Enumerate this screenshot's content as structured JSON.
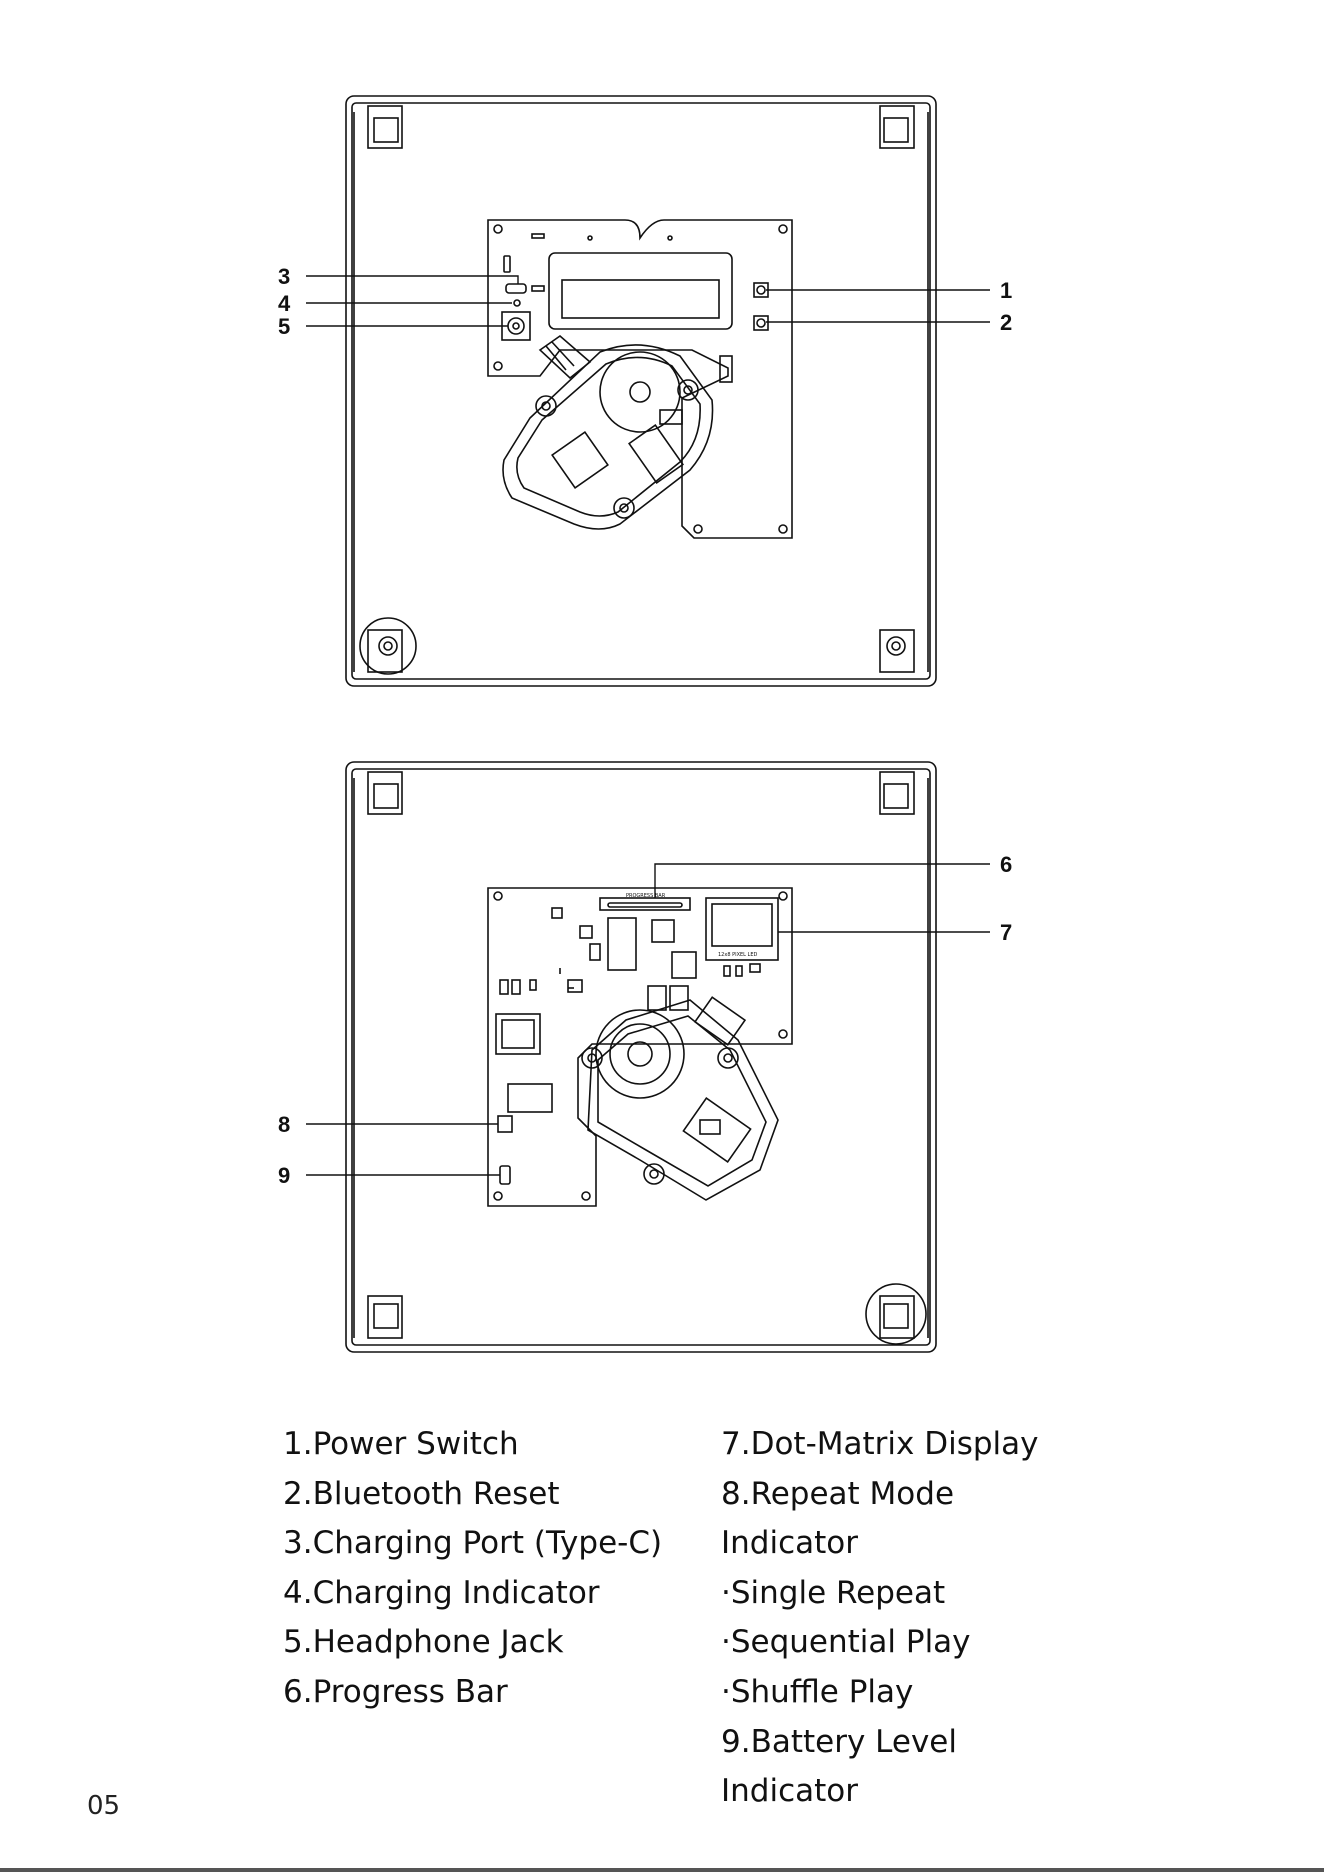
{
  "diagram": {
    "top_view": {
      "callouts": [
        {
          "num": "1"
        },
        {
          "num": "2"
        },
        {
          "num": "3"
        },
        {
          "num": "4"
        },
        {
          "num": "5"
        }
      ]
    },
    "bottom_view": {
      "board_labels": {
        "progress_bar": "PROGRESS BAR",
        "led": "12x8 PIXEL LED"
      },
      "callouts": [
        {
          "num": "6"
        },
        {
          "num": "7"
        },
        {
          "num": "8"
        },
        {
          "num": "9"
        }
      ]
    }
  },
  "legend": {
    "left": [
      "1.Power Switch",
      "2.Bluetooth Reset",
      "3.Charging Port (Type-C)",
      "4.Charging Indicator",
      "5.Headphone Jack",
      "6.Progress Bar"
    ],
    "right": [
      "7.Dot-Matrix Display",
      "8.Repeat Mode",
      "Indicator",
      "·Single Repeat",
      "·Sequential Play",
      "·Shuffle Play",
      "9.Battery Level",
      "Indicator"
    ]
  },
  "page_number": "05"
}
